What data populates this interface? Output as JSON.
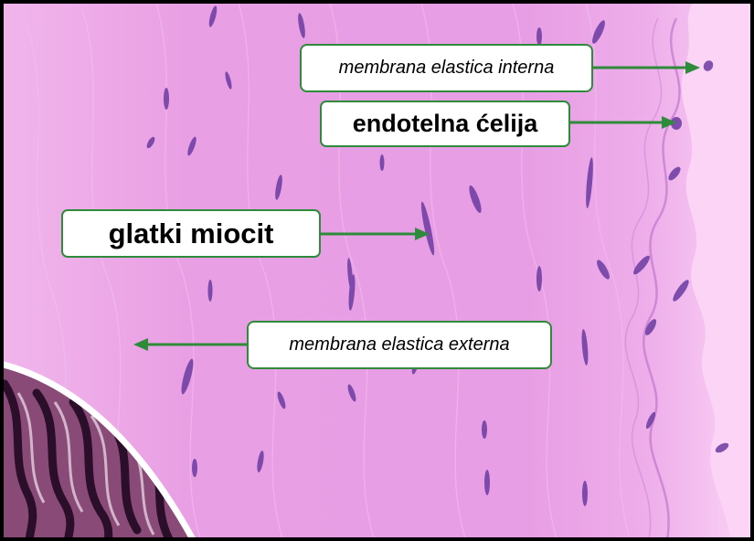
{
  "figure": {
    "colors": {
      "stain_background": "#e89ee4",
      "stain_light": "#f6c8f2",
      "lumen": "#fbd4f6",
      "nucleus": "#6a3aa0",
      "arrow": "#2e8b3a",
      "label_border": "#2e8b3a",
      "frame": "#000000",
      "inset_tissue": "#5a1e4a"
    }
  },
  "labels": {
    "membrana_elastica_interna": "membrana elastica interna",
    "endotelna_celija": "endotelna ćelija",
    "glatki_miocit": "glatki miocit",
    "membrana_elastica_externa": "membrana elastica externa"
  }
}
